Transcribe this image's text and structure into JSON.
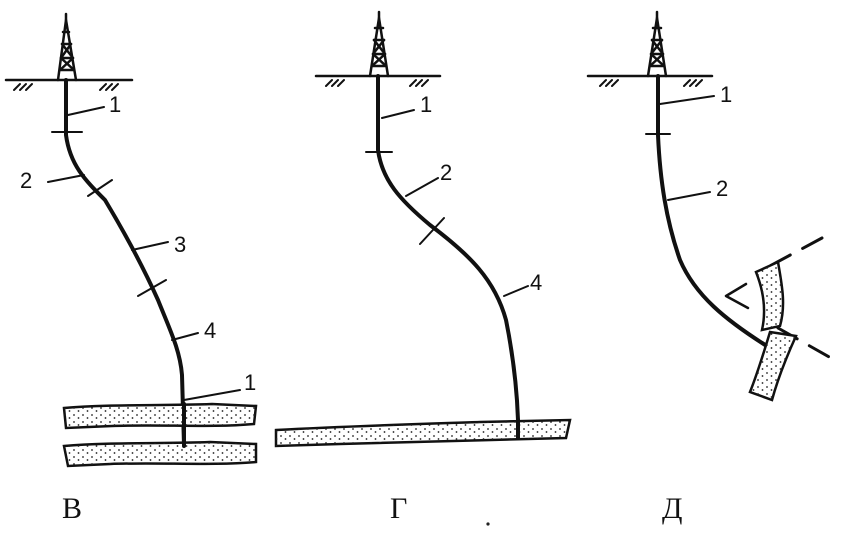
{
  "figures": [
    {
      "caption": "В",
      "segment_labels": [
        "1",
        "2",
        "3",
        "4",
        "1"
      ]
    },
    {
      "caption": "Г",
      "segment_labels": [
        "1",
        "2",
        "4"
      ]
    },
    {
      "caption": "Д",
      "segment_labels": [
        "1",
        "2"
      ]
    }
  ]
}
